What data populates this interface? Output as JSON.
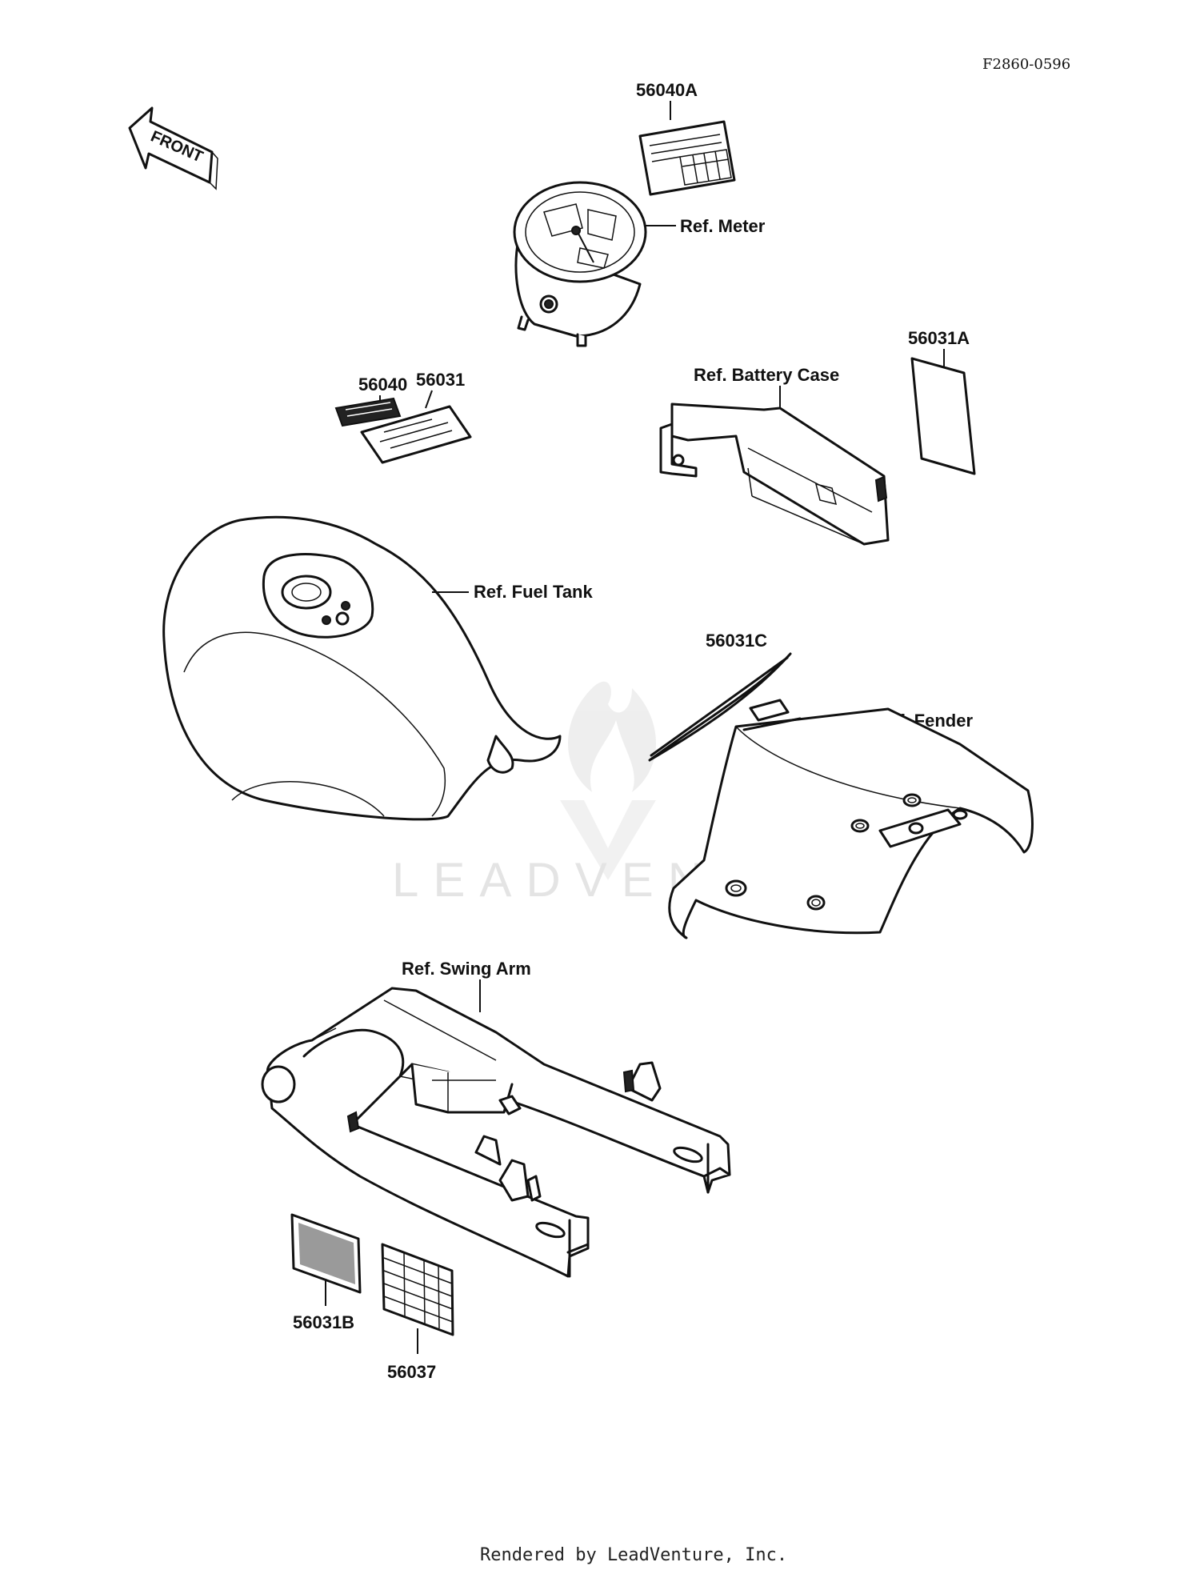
{
  "diagram_code": "F2860-0596",
  "front_arrow_text": "FRONT",
  "watermark": "LEADVENTURE",
  "footer": "Rendered by LeadVenture, Inc.",
  "labels": {
    "p56040A": "56040A",
    "ref_meter": "Ref. Meter",
    "p56040": "56040",
    "p56031": "56031",
    "ref_battery_case": "Ref. Battery Case",
    "p56031A": "56031A",
    "ref_fuel_tank": "Ref. Fuel Tank",
    "p56031C": "56031C",
    "ref_fender": "Ref. Fender",
    "ref_swing_arm": "Ref. Swing Arm",
    "p56031B": "56031B",
    "p56037": "56037"
  },
  "icons": {
    "front_arrow": "front-arrow-icon",
    "watermark_logo": "leadventure-flame-logo-icon"
  }
}
